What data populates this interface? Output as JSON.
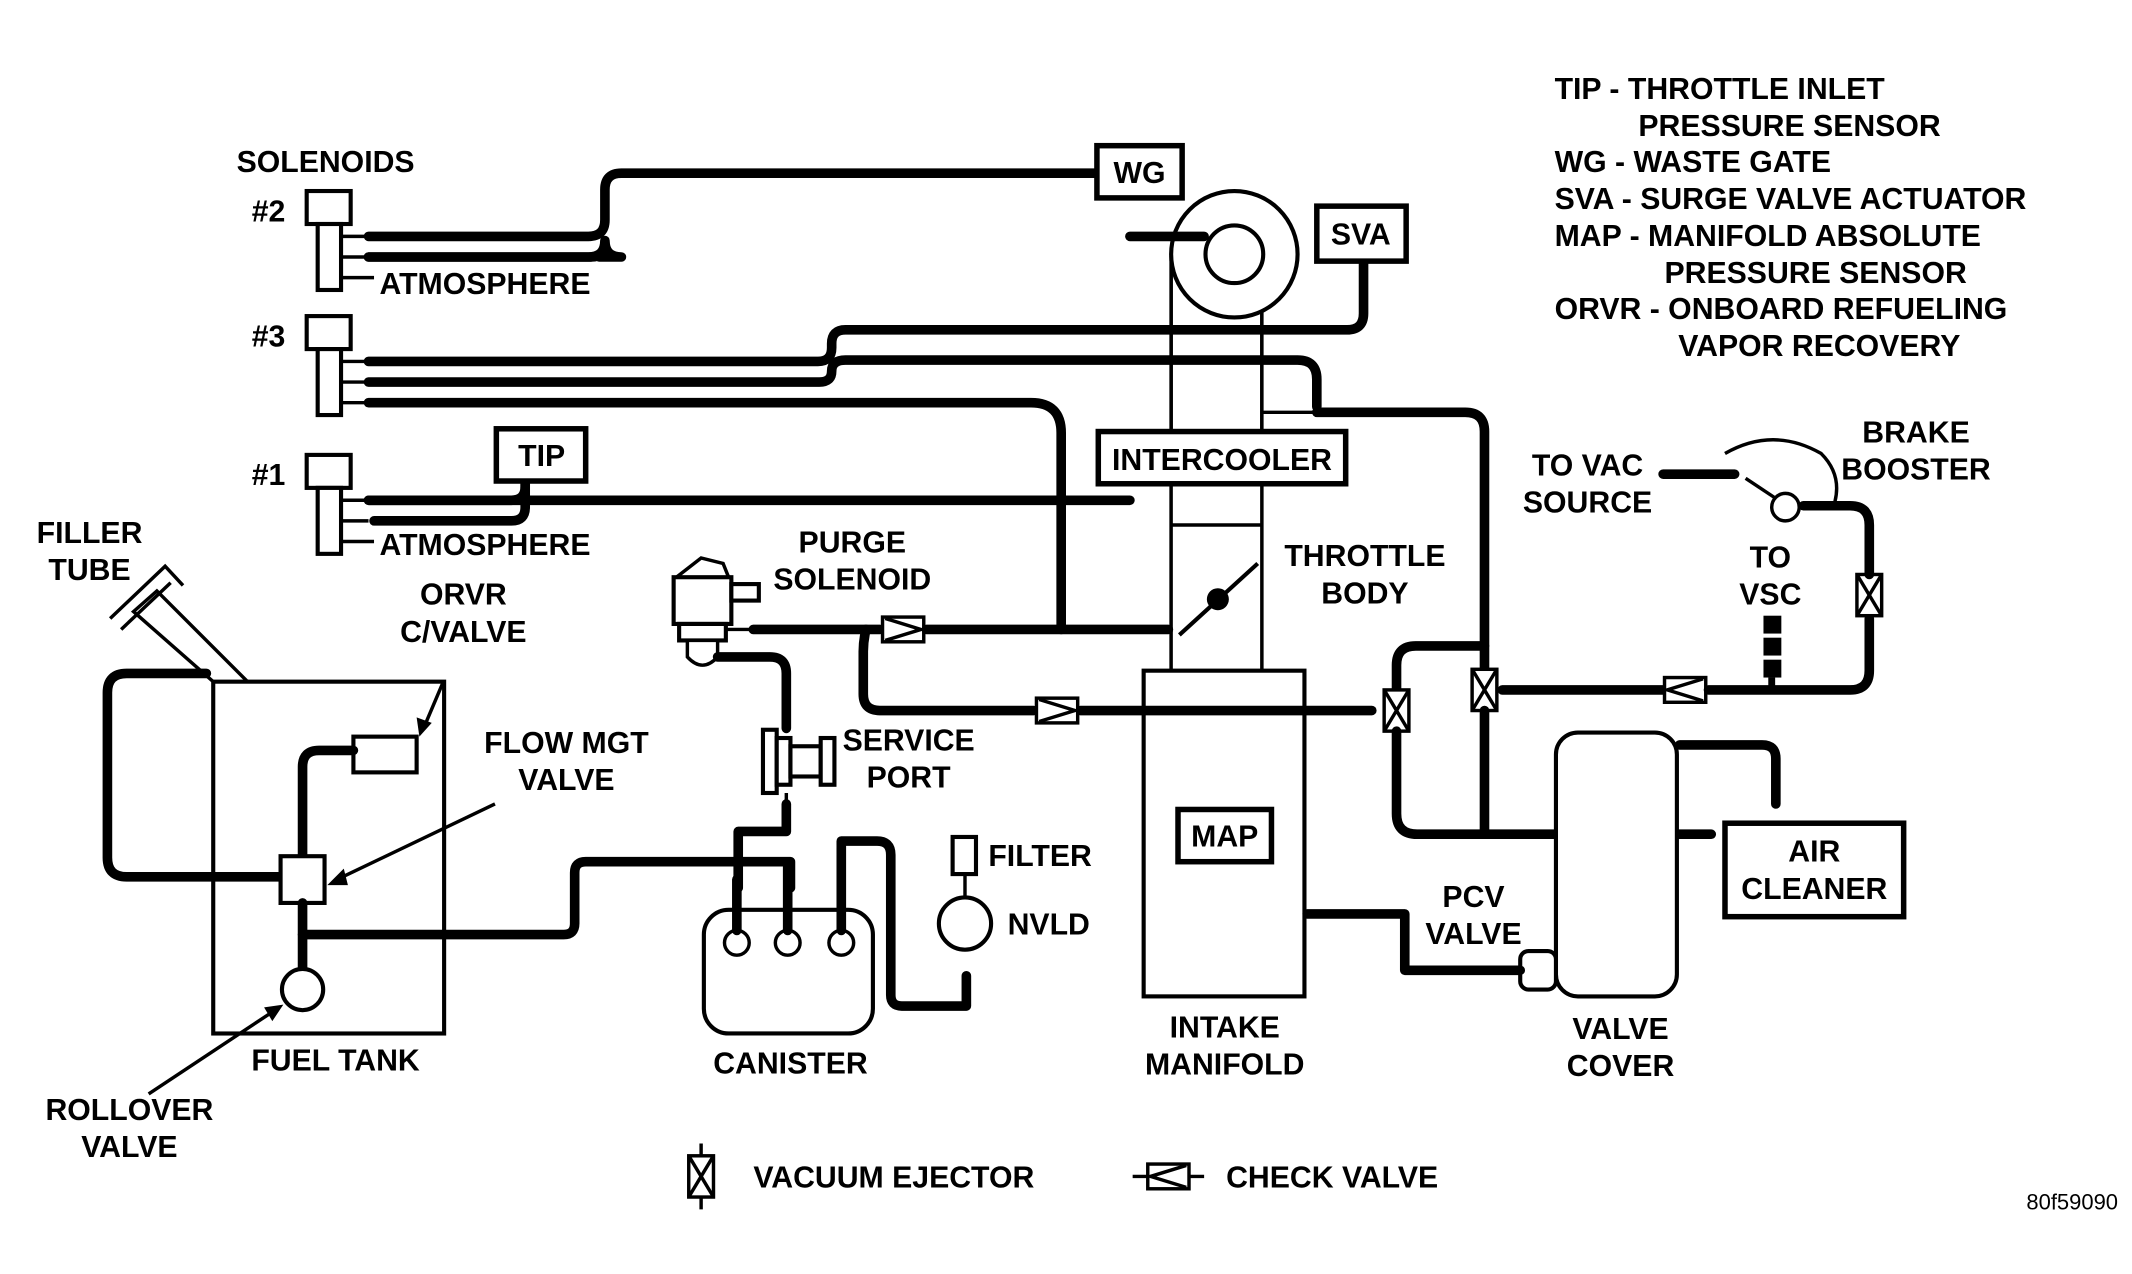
{
  "legend": {
    "abbreviations": [
      {
        "line1": "TIP - THROTTLE INLET",
        "line2": "PRESSURE SENSOR"
      },
      {
        "line1": "WG - WASTE GATE"
      },
      {
        "line1": "SVA - SURGE VALVE ACTUATOR"
      },
      {
        "line1": "MAP - MANIFOLD ABSOLUTE",
        "line2": "PRESSURE SENSOR"
      },
      {
        "line1": "ORVR - ONBOARD REFUELING",
        "line2": "VAPOR RECOVERY"
      }
    ],
    "vacuum_ejector": "VACUUM EJECTOR",
    "check_valve": "CHECK VALVE"
  },
  "labels": {
    "solenoids": "SOLENOIDS",
    "sol2": "#2",
    "sol3": "#3",
    "sol1": "#1",
    "atmosphere_top": "ATMOSPHERE",
    "atmosphere_bottom": "ATMOSPHERE",
    "wg": "WG",
    "sva": "SVA",
    "tip": "TIP",
    "intercooler": "INTERCOOLER",
    "throttle_body_1": "THROTTLE",
    "throttle_body_2": "BODY",
    "map": "MAP",
    "intake_manifold_1": "INTAKE",
    "intake_manifold_2": "MANIFOLD",
    "filler_tube_1": "FILLER",
    "filler_tube_2": "TUBE",
    "orvr_valve_1": "ORVR",
    "orvr_valve_2": "C/VALVE",
    "flow_mgt_1": "FLOW MGT",
    "flow_mgt_2": "VALVE",
    "fuel_tank": "FUEL TANK",
    "rollover_1": "ROLLOVER",
    "rollover_2": "VALVE",
    "purge_1": "PURGE",
    "purge_2": "SOLENOID",
    "service_1": "SERVICE",
    "service_2": "PORT",
    "canister": "CANISTER",
    "filter": "FILTER",
    "nvld": "NVLD",
    "to_vac_1": "TO VAC",
    "to_vac_2": "SOURCE",
    "brake_1": "BRAKE",
    "brake_2": "BOOSTER",
    "to_vsc_1": "TO",
    "to_vsc_2": "VSC",
    "air_cleaner_1": "AIR",
    "air_cleaner_2": "CLEANER",
    "pcv_1": "PCV",
    "pcv_2": "VALVE",
    "valve_cover_1": "VALVE",
    "valve_cover_2": "COVER",
    "figure_id": "80f59090"
  }
}
